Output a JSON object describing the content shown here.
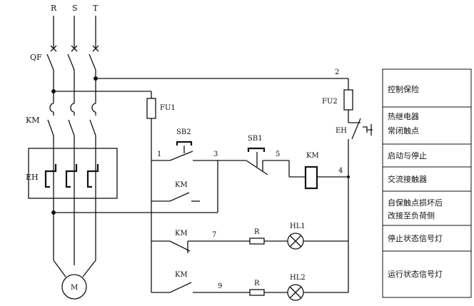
{
  "phases": [
    "R",
    "S",
    "T"
  ],
  "labels": {
    "qf": "QF",
    "km_main": "KM",
    "eh_main": "EH",
    "motor": "M",
    "fu1": "FU1",
    "fu2": "FU2",
    "eh_ctrl": "EH",
    "node2": "2",
    "sb2": "SB2",
    "sb1": "SB1",
    "km_coil": "KM",
    "node1": "1",
    "node3": "3",
    "node5": "5",
    "node4": "4",
    "km_hold": "KM",
    "km_stop": "KM",
    "node7": "7",
    "r1": "R",
    "hl1": "HL1",
    "km_run": "KM",
    "node9": "9",
    "r2": "R",
    "hl2": "HL2"
  },
  "legend": [
    [
      "控制保险"
    ],
    [
      "热继电器",
      "常闭触点"
    ],
    [
      "启动与停止"
    ],
    [
      "交流接触器"
    ],
    [
      "自保触点损坏后",
      "改接至负荷侧"
    ],
    [
      "停止状态信号灯"
    ],
    [
      "运行状态信号灯"
    ]
  ]
}
